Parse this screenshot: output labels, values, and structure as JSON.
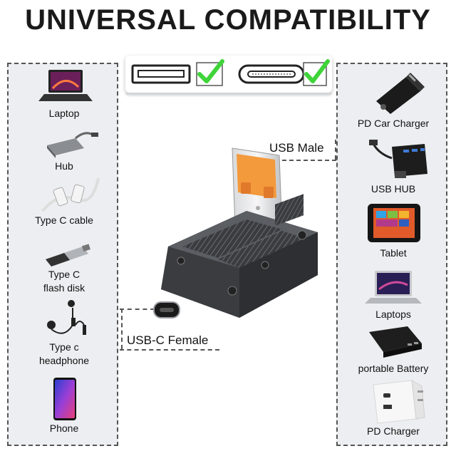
{
  "title": "UNIVERSAL COMPATIBILITY",
  "connectors": {
    "usb_male_label": "USB Male",
    "usb_c_female_label": "USB-C Female"
  },
  "left_devices": [
    {
      "label": "Laptop",
      "icon": "laptop-icon"
    },
    {
      "label": "Hub",
      "icon": "hub-icon"
    },
    {
      "label": "Type C cable",
      "icon": "type-c-cable-icon"
    },
    {
      "label": "Type C\nflash disk",
      "icon": "flash-disk-icon"
    },
    {
      "label": "Type c\nheadphone",
      "icon": "headphone-icon"
    },
    {
      "label": "Phone",
      "icon": "phone-icon"
    }
  ],
  "right_devices": [
    {
      "label": "PD Car Charger",
      "icon": "car-charger-icon"
    },
    {
      "label": "USB HUB",
      "icon": "usb-hub-icon"
    },
    {
      "label": "Tablet",
      "icon": "tablet-icon"
    },
    {
      "label": "Laptops",
      "icon": "laptops-icon"
    },
    {
      "label": "portable Battery",
      "icon": "portable-battery-icon"
    },
    {
      "label": "PD Charger",
      "icon": "pd-charger-icon"
    }
  ],
  "colors": {
    "check_green": "#3fd43a",
    "usb_orange": "#f39a3c",
    "adapter_gunmetal": "#4a4d52"
  }
}
